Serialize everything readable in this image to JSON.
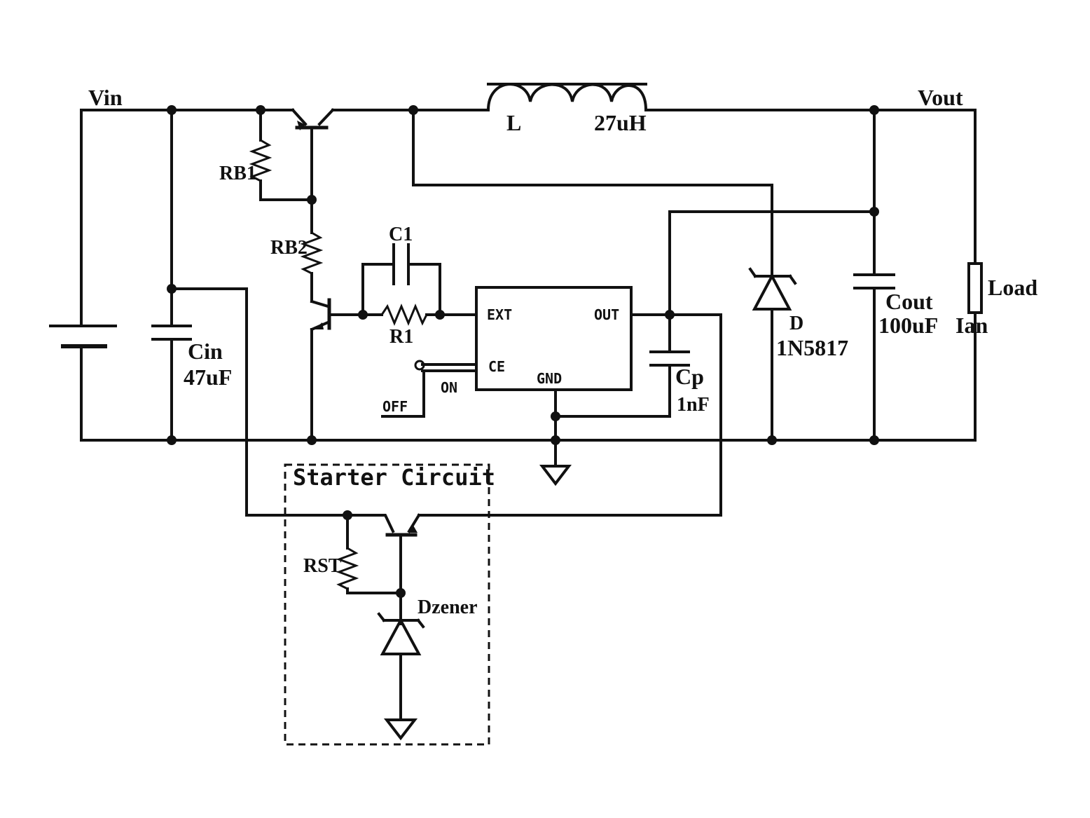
{
  "nets": {
    "vin": "Vin",
    "vout": "Vout"
  },
  "inductor": {
    "ref": "L",
    "value": "27uH"
  },
  "cin": {
    "ref": "Cin",
    "value": "47uF"
  },
  "cout": {
    "ref": "Cout",
    "value": "100uF"
  },
  "cp": {
    "ref": "Cp",
    "value": "1nF"
  },
  "c1": {
    "ref": "C1"
  },
  "rb1": {
    "ref": "RB1"
  },
  "rb2": {
    "ref": "RB2"
  },
  "r1": {
    "ref": "R1"
  },
  "diode": {
    "ref": "D",
    "value": "1N5817"
  },
  "load": {
    "ref": "Load",
    "value": "Ian"
  },
  "ic": {
    "ext": "EXT",
    "out": "OUT",
    "ce": "CE",
    "gnd": "GND"
  },
  "switch": {
    "on": "ON",
    "off": "OFF"
  },
  "starter": {
    "title": "Starter Circuit",
    "rst": "RST",
    "dzener": "Dzener"
  },
  "colors": {
    "ink": "#111111",
    "background": "#ffffff"
  }
}
